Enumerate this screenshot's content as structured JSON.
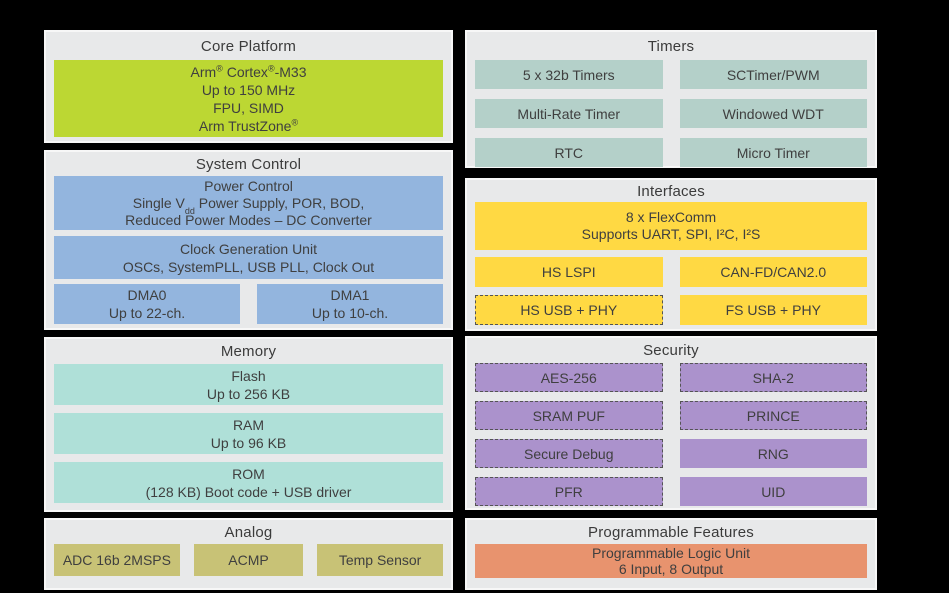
{
  "symbols": {
    "registered": "®"
  },
  "colors": {
    "background": "#000000",
    "panel_bg": "#e8e9ea",
    "panel_border": "#f7f7f7",
    "text": "#3f3f3f",
    "core_green": "#bcd733",
    "system_blue": "#93b5de",
    "memory_teal": "#afe0d8",
    "timers_teal": "#b4d0c9",
    "interfaces_yellow": "#ffd943",
    "security_purple": "#ab92cc",
    "programmable_orange": "#e8936e",
    "analog_olive": "#c8c276",
    "dashed_border": "#545454"
  },
  "left": {
    "core_platform": {
      "title": "Core Platform",
      "cpu": {
        "line1_pre": "Arm",
        "line1_mid": " Cortex",
        "line1_post": "-M33",
        "line2": "Up to 150 MHz",
        "line3": "FPU, SIMD",
        "line4": "Arm TrustZone"
      }
    },
    "system_control": {
      "title": "System Control",
      "power": {
        "line1": "Power Control",
        "line2_pre": "Single V",
        "line2_sub": "dd",
        "line2_post": " Power Supply, POR, BOD,",
        "line3": "Reduced Power Modes – DC Converter"
      },
      "clock": {
        "line1": "Clock Generation Unit",
        "line2": "OSCs, SystemPLL, USB PLL, Clock Out"
      },
      "dma0": {
        "line1": "DMA0",
        "line2": "Up to 22-ch."
      },
      "dma1": {
        "line1": "DMA1",
        "line2": "Up to 10-ch."
      }
    },
    "memory": {
      "title": "Memory",
      "flash": {
        "line1": "Flash",
        "line2": "Up to 256 KB"
      },
      "ram": {
        "line1": "RAM",
        "line2": "Up to 96 KB"
      },
      "rom": {
        "line1": "ROM",
        "line2": "(128 KB) Boot code + USB driver"
      }
    },
    "analog": {
      "title": "Analog",
      "items": [
        "ADC 16b 2MSPS",
        "ACMP",
        "Temp Sensor"
      ]
    }
  },
  "right": {
    "timers": {
      "title": "Timers",
      "items": [
        "5 x 32b Timers",
        "SCTimer/PWM",
        "Multi-Rate Timer",
        "Windowed WDT",
        "RTC",
        "Micro Timer"
      ]
    },
    "interfaces": {
      "title": "Interfaces",
      "flexcomm": {
        "line1": "8 x FlexComm",
        "line2": "Supports UART, SPI, I²C, I²S"
      },
      "items": [
        {
          "label": "HS LSPI",
          "dashed": false
        },
        {
          "label": "CAN-FD/CAN2.0",
          "dashed": false
        },
        {
          "label": "HS USB + PHY",
          "dashed": true
        },
        {
          "label": "FS USB + PHY",
          "dashed": false
        }
      ]
    },
    "security": {
      "title": "Security",
      "items": [
        {
          "label": "AES-256",
          "dashed": true
        },
        {
          "label": "SHA-2",
          "dashed": true
        },
        {
          "label": "SRAM PUF",
          "dashed": true
        },
        {
          "label": "PRINCE",
          "dashed": true
        },
        {
          "label": "Secure Debug",
          "dashed": true
        },
        {
          "label": "RNG",
          "dashed": false
        },
        {
          "label": "PFR",
          "dashed": true
        },
        {
          "label": "UID",
          "dashed": false
        }
      ]
    },
    "programmable": {
      "title": "Programmable Features",
      "plu": {
        "line1": "Programmable Logic Unit",
        "line2": "6 Input, 8 Output"
      }
    }
  }
}
